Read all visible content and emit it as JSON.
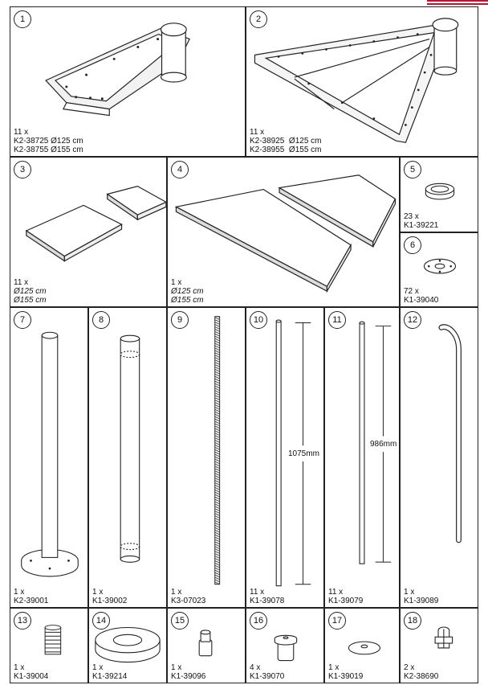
{
  "parts": [
    {
      "no": "1",
      "qty": "11 x",
      "lines": [
        "K2-38725 Ø125 cm",
        "K2-38755 Ø155 cm"
      ]
    },
    {
      "no": "2",
      "qty": "11 x",
      "lines": [
        "K2-38925  Ø125 cm",
        "K2-38955  Ø155 cm"
      ]
    },
    {
      "no": "3",
      "qty": "11 x",
      "lines": [
        "Ø125 cm",
        "Ø155 cm"
      ]
    },
    {
      "no": "4",
      "qty": "1 x",
      "lines": [
        "Ø125 cm",
        "Ø155 cm"
      ]
    },
    {
      "no": "5",
      "qty": "23 x",
      "lines": [
        "K1-39221"
      ]
    },
    {
      "no": "6",
      "qty": "72 x",
      "lines": [
        "K1-39040"
      ]
    },
    {
      "no": "7",
      "qty": "1 x",
      "lines": [
        "K2-39001"
      ]
    },
    {
      "no": "8",
      "qty": "1 x",
      "lines": [
        "K1-39002"
      ]
    },
    {
      "no": "9",
      "qty": "1 x",
      "lines": [
        "K3-07023"
      ]
    },
    {
      "no": "10",
      "qty": "11 x",
      "lines": [
        "K1-39078"
      ],
      "dimension": "1075mm"
    },
    {
      "no": "11",
      "qty": "11 x",
      "lines": [
        "K1-39079"
      ],
      "dimension": "986mm"
    },
    {
      "no": "12",
      "qty": "1 x",
      "lines": [
        "K1-39089"
      ]
    },
    {
      "no": "13",
      "qty": "1 x",
      "lines": [
        "K1-39004"
      ]
    },
    {
      "no": "14",
      "qty": "1 x",
      "lines": [
        "K1-39214"
      ]
    },
    {
      "no": "15",
      "qty": "1 x",
      "lines": [
        "K1-39096"
      ]
    },
    {
      "no": "16",
      "qty": "4 x",
      "lines": [
        "K1-39070"
      ]
    },
    {
      "no": "17",
      "qty": "1 x",
      "lines": [
        "K1-39019"
      ]
    },
    {
      "no": "18",
      "qty": "2 x",
      "lines": [
        "K2-38690"
      ]
    }
  ],
  "colors": {
    "line": "#222222",
    "accent": "#c8102e",
    "shade": "#e8e8e8"
  }
}
